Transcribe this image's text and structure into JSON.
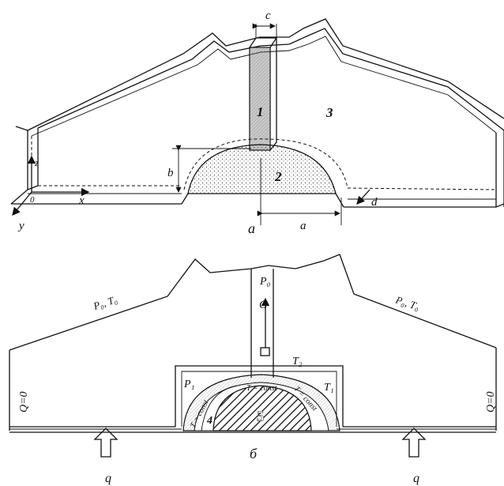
{
  "figure_a": {
    "label_c": "c",
    "label_1": "1",
    "label_2": "2",
    "label_3": "3",
    "label_b": "b",
    "label_x": "x",
    "label_y": "y",
    "label_z": "z",
    "label_origin": "0",
    "label_d": "d",
    "label_a_dim": "a",
    "caption": "a"
  },
  "figure_b": {
    "label_P0_top": "P₀",
    "label_G": "G",
    "label_T2": "T₂",
    "label_P1": "P₁",
    "label_T1": "T₁",
    "label_P0T0_left": "P₀, T₀",
    "label_P0T0_right": "P₀, T₀",
    "label_Q0_left": "Q=0",
    "label_Q0_right": "Q=0",
    "label_Tconst_left": "T = const",
    "label_Tconst_center": "T = const",
    "label_Tconst_right": "T = const",
    "label_4": "4",
    "label_5": "5",
    "label_q_left": "q",
    "label_q_right": "q",
    "caption": "б"
  }
}
